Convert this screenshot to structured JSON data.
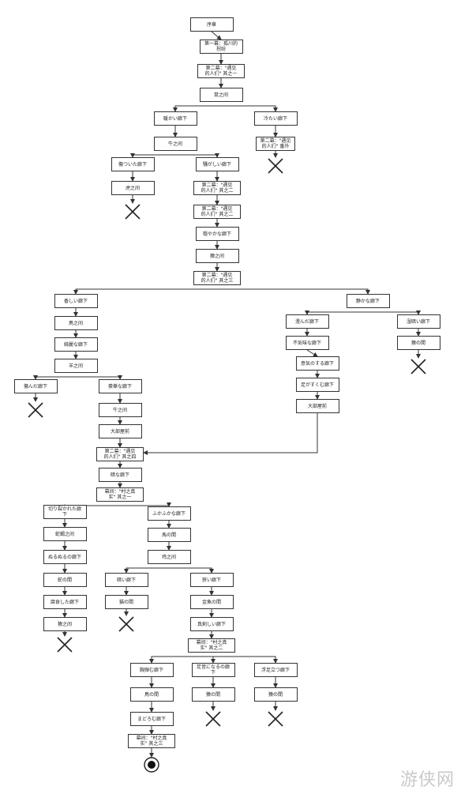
{
  "diagram": {
    "nodes": [
      {
        "id": "n_prologue",
        "text": "序章"
      },
      {
        "id": "n_ch1_01",
        "text": "第一幕：孤川的\n拐纷"
      },
      {
        "id": "n_ch2_01",
        "text": "第二幕：\"遇见\n的人们\" 其之一"
      },
      {
        "id": "n_r_rat",
        "text": "鼠之间"
      },
      {
        "id": "n_warm",
        "text": "暖かい廊下"
      },
      {
        "id": "n_cold",
        "text": "冷たい廊下"
      },
      {
        "id": "n_r_ox",
        "text": "牛之间"
      },
      {
        "id": "n_cold_end",
        "text": "第二幕：\"遇见\n的人们\" 番外"
      },
      {
        "id": "n_damaged",
        "text": "傷ついた廊下"
      },
      {
        "id": "n_noisy",
        "text": "騒がしい廊下"
      },
      {
        "id": "n_r_tiger",
        "text": "虎之间"
      },
      {
        "id": "n_ch2_02",
        "text": "第二幕：\"遇见\n的人们\" 其之二"
      },
      {
        "id": "n_ch2_03",
        "text": "第二幕：\"遇见\n的人们\" 其之二"
      },
      {
        "id": "n_gentle",
        "text": "穏やかな廊下"
      },
      {
        "id": "n_r_monkey",
        "text": "猿之间"
      },
      {
        "id": "n_ch2_04",
        "text": "第二幕：\"遇见\n的人们\" 其之三"
      },
      {
        "id": "n_fragrant",
        "text": "香しい廊下"
      },
      {
        "id": "n_quiet",
        "text": "静かな廊下"
      },
      {
        "id": "n_r_bird",
        "text": "鳥之间"
      },
      {
        "id": "n_stagnant",
        "text": "澄んだ廊下"
      },
      {
        "id": "n_humid",
        "text": "湿暗い廊下"
      },
      {
        "id": "n_beautiful",
        "text": "綺麗な廊下"
      },
      {
        "id": "n_eerie",
        "text": "不気味な廊下"
      },
      {
        "id": "n_r_dog",
        "text": "猿の間"
      },
      {
        "id": "n_r_sheep",
        "text": "羊之间"
      },
      {
        "id": "n_presence",
        "text": "意気のする廊下"
      },
      {
        "id": "n_crumbly",
        "text": "足がすくむ廊下"
      },
      {
        "id": "n_rotten",
        "text": "傷んだ廊下"
      },
      {
        "id": "n_luxury",
        "text": "豪華な廊下"
      },
      {
        "id": "n_hall_b",
        "text": "大部屋前"
      },
      {
        "id": "n_r_cow",
        "text": "牛之间"
      },
      {
        "id": "n_hall_a",
        "text": "大部屋前"
      },
      {
        "id": "n_ch2_05",
        "text": "第二幕：\"遇见\n的人们\" 其之四"
      },
      {
        "id": "n_dark",
        "text": "暗な廊下"
      },
      {
        "id": "n_act_01",
        "text": "幕间：\"村之真\n实\" 其之一"
      },
      {
        "id": "n_cut",
        "text": "切り裂かれた廊\n下"
      },
      {
        "id": "n_fluffy",
        "text": "ふかふかな廊下"
      },
      {
        "id": "n_r_snake",
        "text": "蛇蝎之间"
      },
      {
        "id": "n_r_horse",
        "text": "馬の間"
      },
      {
        "id": "n_slimy",
        "text": "ぬるぬるの廊下"
      },
      {
        "id": "n_r_chicken",
        "text": "鸡之间"
      },
      {
        "id": "n_r_horse2",
        "text": "蛇の間"
      },
      {
        "id": "n_dim",
        "text": "暗い廊下"
      },
      {
        "id": "n_narrow",
        "text": "狭い廊下"
      },
      {
        "id": "n_decay",
        "text": "腐食した廊下"
      },
      {
        "id": "n_r_dog2",
        "text": "猫の間"
      },
      {
        "id": "n_r_gold",
        "text": "金魚の間"
      },
      {
        "id": "n_r_monkey2",
        "text": "猿之间"
      },
      {
        "id": "n_gorgeous",
        "text": "真剣しい廊下"
      },
      {
        "id": "n_act_02",
        "text": "幕间：\"村之真\n实\" 其之二"
      },
      {
        "id": "n_tense",
        "text": "胸弾む廊下"
      },
      {
        "id": "n_foot",
        "text": "足音になるの廊\n下"
      },
      {
        "id": "n_float",
        "text": "浮足立つ廊下"
      },
      {
        "id": "n_r_owl",
        "text": "鳥の間"
      },
      {
        "id": "n_r_cat1",
        "text": "猿の間"
      },
      {
        "id": "n_r_cat2",
        "text": "猿の間"
      },
      {
        "id": "n_twist",
        "text": "まどろむ廊下"
      },
      {
        "id": "n_act_03",
        "text": "幕间：\"村之真\n实\" 其之三"
      }
    ],
    "watermark": "游侠网"
  }
}
